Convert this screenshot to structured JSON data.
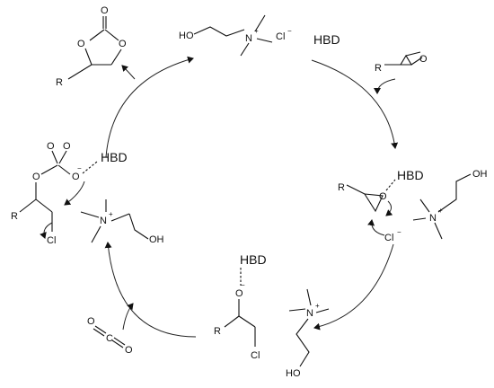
{
  "labels": {
    "hbd": "HBD",
    "cl_minus": "Cl",
    "minus": "−",
    "plus": "+",
    "N": "N",
    "O": "O",
    "C": "C",
    "R": "R",
    "Cl": "Cl",
    "HO": "HO",
    "OH": "OH"
  }
}
